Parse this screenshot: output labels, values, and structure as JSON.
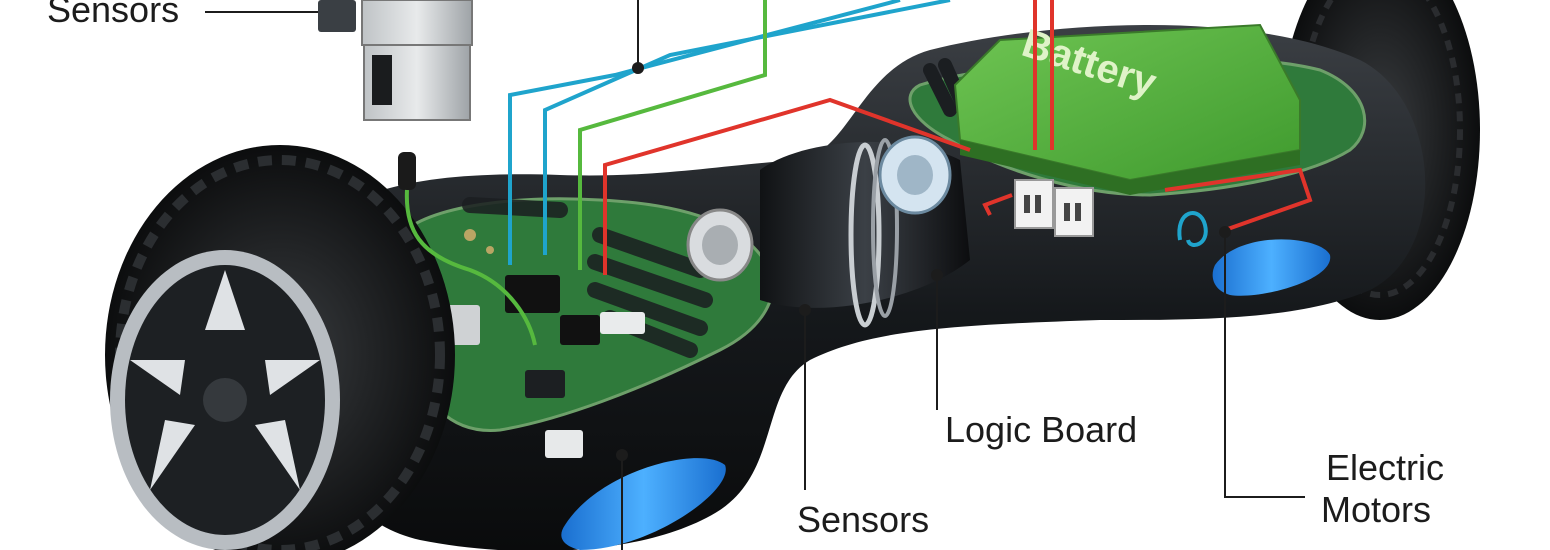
{
  "labels": {
    "sensors_top": "Sensors",
    "logic_board": "Logic Board",
    "electric_motors_line1": "Electric",
    "electric_motors_line2": "Motors",
    "sensors_bottom": "Sensors"
  },
  "battery_text": "Battery",
  "colors": {
    "wire_blue": "#1fa4cc",
    "wire_green": "#56b93e",
    "wire_red": "#e0342b",
    "battery_green": "#57b141",
    "pcb_green": "#2f7a3b",
    "shell_black": "#121416",
    "led_blue": "#2e8be8",
    "leader_line": "#1c1c1c"
  }
}
